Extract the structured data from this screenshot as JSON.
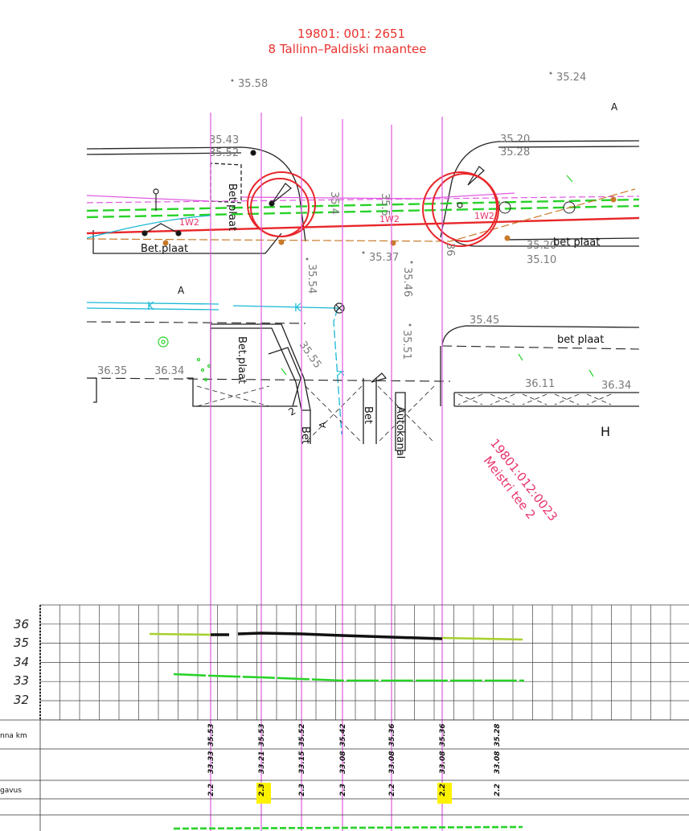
{
  "title": {
    "parcel_top_code": "19801: 001: 2651",
    "parcel_top_address": "8 Tallinn–Paldiski maantee",
    "parcel_right_code": "19801:012:0023",
    "parcel_right_address": "Meistri tee 2"
  },
  "section_letters": {
    "a_top_right": "A",
    "a_mid_left": "A",
    "h": "H",
    "a_bottom": "A",
    "two": "2"
  },
  "elevations": {
    "e1": "35.58",
    "e2": "35.24",
    "e3": "35.43",
    "e4": "35.52",
    "e5": "35.20",
    "e6": "35.28",
    "e7": "35.37",
    "e8": "35.20",
    "e9": "35.10",
    "e10": "35.54",
    "e11": "35.46",
    "e12": "35.51",
    "e13": "35.45",
    "e14": "36.35",
    "e15": "36.34",
    "e16": "36.11",
    "e17": "36.34",
    "e18": "35.55",
    "e19": "35.4",
    "e20": "35.5",
    "e21": "36"
  },
  "labels": {
    "bet_plaat_1": "Bet.plaat",
    "bet_plaat_2": "Bet plaat",
    "bet_plaat_3": "bet plaat",
    "bet_plaat_4": "Bet.plaat",
    "bet_plaat_5": "bet plaat",
    "bet_1": "Bet",
    "bet_2": "Bet",
    "autokanal": "Autokanal",
    "k1": "K",
    "k2": "K",
    "k3": "K",
    "water_1": "1W2",
    "water_2": "1W2",
    "water_3": "1W2"
  },
  "profile": {
    "y_ticks": [
      "36",
      "35",
      "34",
      "33",
      "32"
    ],
    "row_labels": [
      "nna km",
      "gavus"
    ],
    "columns": [
      {
        "top": "35.53",
        "mid": "33.33",
        "bottom": "2.2",
        "highlight": false
      },
      {
        "top": "35.53",
        "mid": "33.21",
        "bottom": "2.3",
        "highlight": true
      },
      {
        "top": "35.52",
        "mid": "33.15",
        "bottom": "2.3",
        "highlight": false
      },
      {
        "top": "35.42",
        "mid": "33.08",
        "bottom": "2.3",
        "highlight": false
      },
      {
        "top": "35.36",
        "mid": "33.08",
        "bottom": "2.2",
        "highlight": false
      },
      {
        "top": "35.36",
        "mid": "33.08",
        "bottom": "2.2",
        "highlight": true
      },
      {
        "top": "35.28",
        "mid": "33.08",
        "bottom": "2.2",
        "highlight": false
      }
    ]
  },
  "colors": {
    "pink_line": "#e05ae0",
    "green": "#28d228",
    "lime": "#a8d030",
    "red": "#e8262a",
    "orange": "#c87a2a",
    "cyan": "#19b8d4",
    "highlight": "#fff200"
  }
}
